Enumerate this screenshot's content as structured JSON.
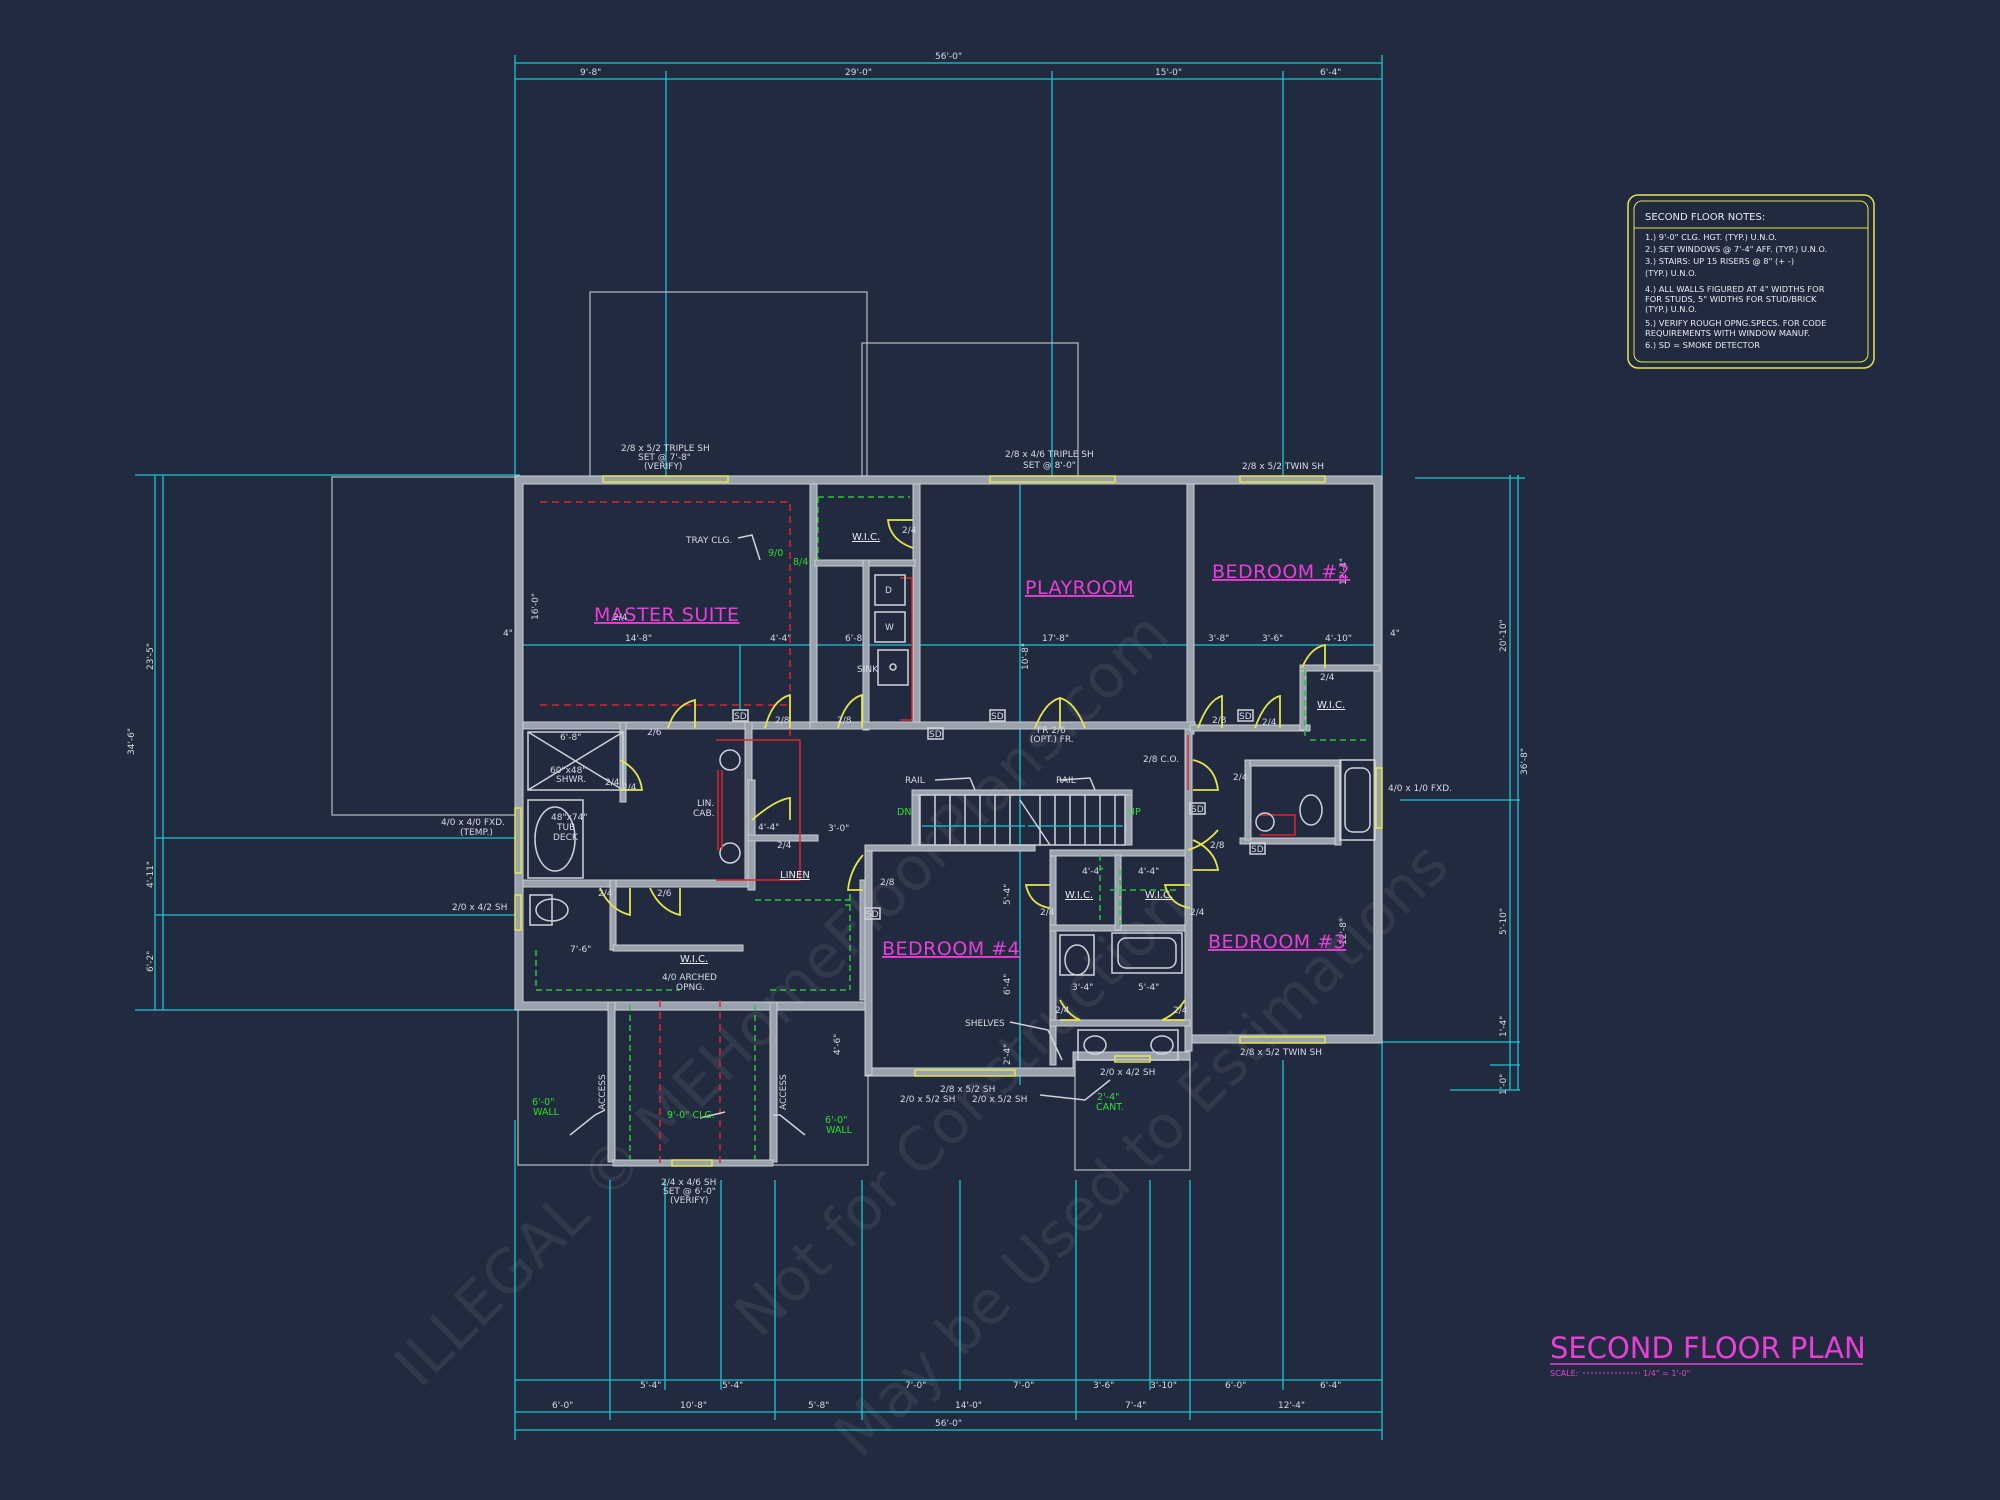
{
  "drawing": {
    "title": "SECOND FLOOR PLAN",
    "scale_label": "SCALE:",
    "scale_value": "1/4\" = 1'-0\""
  },
  "notes": {
    "title": "SECOND FLOOR NOTES:",
    "items": [
      "1.) 9'-0\" CLG. HGT. (TYP.) U.N.O.",
      "2.) SET WINDOWS @ 7'-4\" AFF. (TYP.) U.N.O.",
      "3.) STAIRS: UP 15 RISERS @ 8\" (+ -)",
      "    (TYP.) U.N.O.",
      "4.) ALL WALLS FIGURED AT 4\" WIDTHS FOR",
      "    FOR STUDS, 5\" WIDTHS FOR STUD/BRICK",
      "    (TYP.) U.N.O.",
      "5.) VERIFY ROUGH OPNG.SPECS. FOR CODE",
      "    REQUIREMENTS WITH WINDOW MANUF.",
      "6.) SD = SMOKE DETECTOR"
    ]
  },
  "watermark": {
    "line1": "ILLEGAL © MEHomeFloorPlans.com",
    "line2": "Not for Construction",
    "line3": "May be Used to Estimations"
  },
  "rooms": {
    "master_suite": "MASTER SUITE",
    "playroom": "PLAYROOM",
    "bedroom2": "BEDROOM #2",
    "bedroom3": "BEDROOM #3",
    "bedroom4": "BEDROOM #4"
  },
  "labels": {
    "wic_top": "W.I.C.",
    "wic_bed2": "W.I.C.",
    "wic_mid1": "W.I.C.",
    "wic_mid2": "W.I.C.",
    "wic_bottom": "W.I.C.",
    "linen": "LINEN",
    "lin_cab": "LIN.",
    "lin_cab2": "CAB.",
    "tray_clg": "TRAY CLG.",
    "sink": "SINK",
    "dryer": "D",
    "washer": "W",
    "rail1": "RAIL",
    "rail2": "RAIL",
    "dn": "DN",
    "up": "UP",
    "fr_top": "FR 2/6",
    "fr_bot": "(OPT.) FR.",
    "co": "2/8 C.O.",
    "shelves": "SHELVES",
    "shwr1": "60\"x48\"",
    "shwr2": "SHWR.",
    "tub1": "48\"x74\"",
    "tub2": "TUB",
    "tub3": "DECK",
    "arched1": "4/0 ARCHED",
    "arched2": "OPNG.",
    "access1": "ACCESS",
    "access2": "ACCESS",
    "wall6a": "6'-0\"",
    "wall6b": "WALL",
    "wall6c": "6'-0\"",
    "wall6d": "WALL",
    "clg9": "9'-0\" CLG.",
    "cant1": "2'-4\"",
    "cant2": "CANT.",
    "sd": "SD"
  },
  "windows": {
    "w_master_top1": "2/8 x 5/2 TRIPLE SH",
    "w_master_top2": "SET @ 7'-8\"",
    "w_master_top3": "(VERIFY)",
    "w_play1": "2/8 x 4/6 TRIPLE SH",
    "w_play2": "SET @ 8'-0\"",
    "w_bed2": "2/8 x 5/2 TWIN SH",
    "w_fxd_right": "4/0 x 1/0 FXD.",
    "w_fxd_left1": "4/0 x 4/0 FXD.",
    "w_fxd_left2": "(TEMP.)",
    "w_left_sh": "2/0 x 4/2 SH",
    "w_bed3": "2/8 x 5/2 TWIN SH",
    "w_bed4a": "2/8 x 5/2 SH",
    "w_bed4b": "2/0 x 5/2 SH",
    "w_bed4c": "2/0 x 5/2 SH",
    "w_bath": "2/0 x 4/2 SH",
    "w_bottom1": "2/4 x 4/6 SH",
    "w_bottom2": "SET @ 6'-0\"",
    "w_bottom3": "(VERIFY)"
  },
  "door_labels": {
    "d1": "2/4",
    "d2": "2/8",
    "d3": "2/8",
    "d4": "2/6",
    "d5": "2/4",
    "d6": "2/8",
    "d7": "2/4",
    "d8": "2/4",
    "d9": "2/4",
    "d10": "2/6",
    "d11": "2/4",
    "d12": "2/8",
    "d13": "2/4",
    "d14": "2/8",
    "d15": "2/4",
    "d16": "2/4",
    "d17": "2/4",
    "d18": "2/4",
    "d19": "2/4",
    "d20": "2/4",
    "d21": "9/0",
    "d22": "8/4",
    "d23": "2/4"
  },
  "dims": {
    "top_total": "56'-0\"",
    "top_a": "9'-8\"",
    "top_b": "29'-0\"",
    "top_c": "15'-0\"",
    "top_d": "6'-4\"",
    "bot_total": "56'-0\"",
    "bot_a": "6'-0\"",
    "bot_b": "10'-8\"",
    "bot_c": "5'-8\"",
    "bot_d": "14'-0\"",
    "bot_e": "7'-4\"",
    "bot_f": "12'-4\"",
    "bot_g": "5'-4\"",
    "bot_h": "5'-4\"",
    "bot_i": "7'-0\"",
    "bot_j": "7'-0\"",
    "bot_k": "3'-6\"",
    "bot_l": "3'-10\"",
    "bot_m": "6'-0\"",
    "bot_n": "6'-4\"",
    "left_total": "34'-6\"",
    "left_a": "23'-5\"",
    "left_b": "4'-11\"",
    "left_c": "6'-2\"",
    "right_total": "36'-8\"",
    "right_a": "20'-10\"",
    "right_b": "5'-10\"",
    "right_c": "1'-4\"",
    "right_d": "1'-0\"",
    "in_master": "14'-8\"",
    "in_master2": "4'-4\"",
    "in_play": "17'-8\"",
    "in_play2": "6'-8\"",
    "in_bed2a": "3'-8\"",
    "in_bed2b": "3'-6\"",
    "in_bed2c": "4'-10\"",
    "in_4in_l": "4\"",
    "in_4in_r": "4\"",
    "in_16": "16'-0\"",
    "in_10": "10'-8\"",
    "in_12a": "12'-4\"",
    "in_12b": "12'-8\"",
    "in_67": "6'-8\"",
    "in_46": "4'-6\"",
    "in_30": "3'-0\"",
    "in_44": "4'-4\"",
    "in_34": "3'-4\"",
    "in_54": "5'-4\"",
    "in_44b": "4'-4\"",
    "in_44c": "4'-4\"",
    "in_76": "7'-6\"",
    "in_214": "2'-4\"",
    "in_54b": "5'-4\"",
    "in_64": "6'-4\""
  }
}
